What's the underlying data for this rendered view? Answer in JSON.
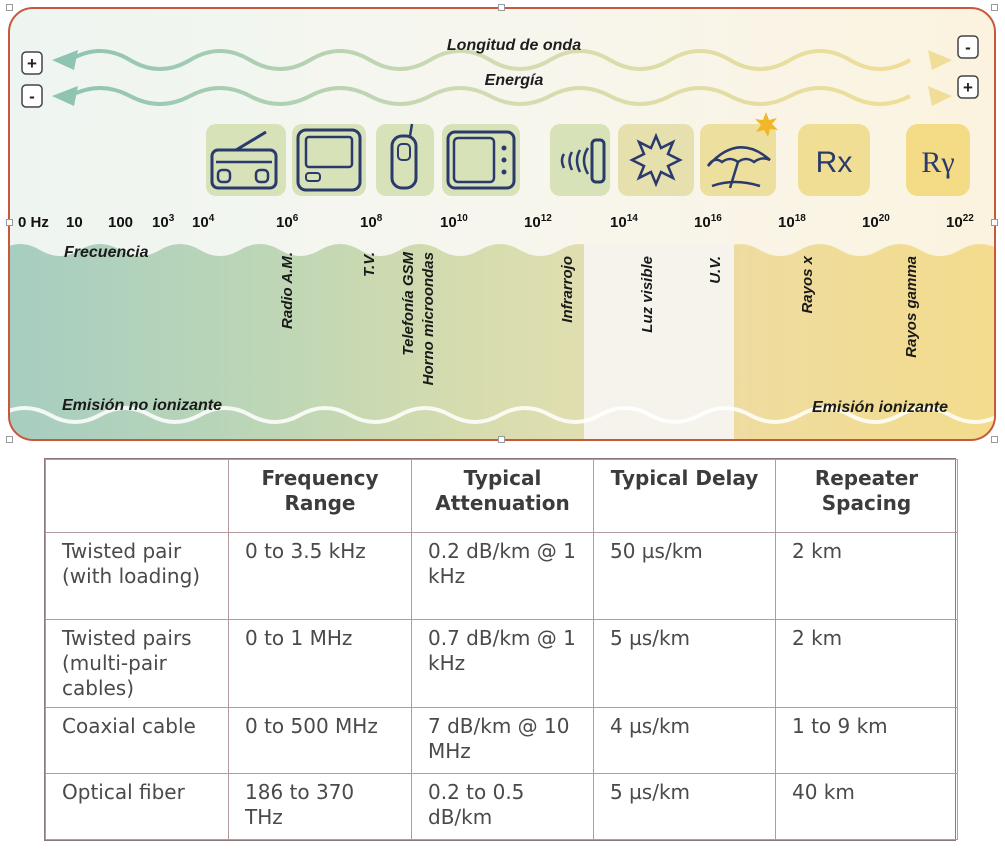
{
  "diagram": {
    "wavelength_label": "Longitud de onda",
    "energy_label": "Energía",
    "wavelength_left": "+",
    "wavelength_right": "-",
    "energy_left": "-",
    "energy_right": "+",
    "frequency_label": "Frecuencia",
    "non_ionizing_label": "Emisión no ionizante",
    "ionizing_label": "Emisión ionizante",
    "ticks": [
      {
        "base": "0 Hz",
        "exp": ""
      },
      {
        "base": "10",
        "exp": ""
      },
      {
        "base": "100",
        "exp": ""
      },
      {
        "base": "10",
        "exp": "3"
      },
      {
        "base": "10",
        "exp": "4"
      },
      {
        "base": "10",
        "exp": "6"
      },
      {
        "base": "10",
        "exp": "8"
      },
      {
        "base": "10",
        "exp": "10"
      },
      {
        "base": "10",
        "exp": "12"
      },
      {
        "base": "10",
        "exp": "14"
      },
      {
        "base": "10",
        "exp": "16"
      },
      {
        "base": "10",
        "exp": "18"
      },
      {
        "base": "10",
        "exp": "20"
      },
      {
        "base": "10",
        "exp": "22"
      }
    ],
    "bands": [
      "Radio A.M.",
      "T.V.",
      "Telefonía GSM",
      "Horno microondas",
      "Infrarrojo",
      "Luz visible",
      "U.V.",
      "Rayos x",
      "Rayos gamma"
    ],
    "icons": {
      "radio": "radio-icon",
      "tv": "tv-icon",
      "phone": "mobile-phone-icon",
      "microwave": "microwave-icon",
      "infrared": "infrared-heater-icon",
      "sun": "sun-icon",
      "beach": "beach-umbrella-icon",
      "rx_text": "Rx",
      "rgamma_text": "Rγ"
    },
    "colors": {
      "frame": "#c8583c",
      "left_band": "#a9cfc2",
      "right_band": "#f3de96",
      "icon_stroke": "#2a3a6c",
      "icon_bg": "#d8e2b8"
    }
  },
  "table": {
    "headers": [
      "",
      "Frequency Range",
      "Typical Attenuation",
      "Typical Delay",
      "Repeater Spacing"
    ],
    "rows": [
      [
        "Twisted pair (with loading)",
        "0 to 3.5 kHz",
        "0.2 dB/km @ 1 kHz",
        "50 µs/km",
        "2 km"
      ],
      [
        "Twisted pairs (multi-pair cables)",
        "0 to 1 MHz",
        "0.7 dB/km @ 1 kHz",
        "5 µs/km",
        "2 km"
      ],
      [
        "Coaxial cable",
        "0 to 500 MHz",
        "7 dB/km @ 10 MHz",
        "4 µs/km",
        "1 to 9 km"
      ],
      [
        "Optical fiber",
        "186 to 370 THz",
        "0.2 to 0.5 dB/km",
        "5 µs/km",
        "40 km"
      ]
    ]
  }
}
